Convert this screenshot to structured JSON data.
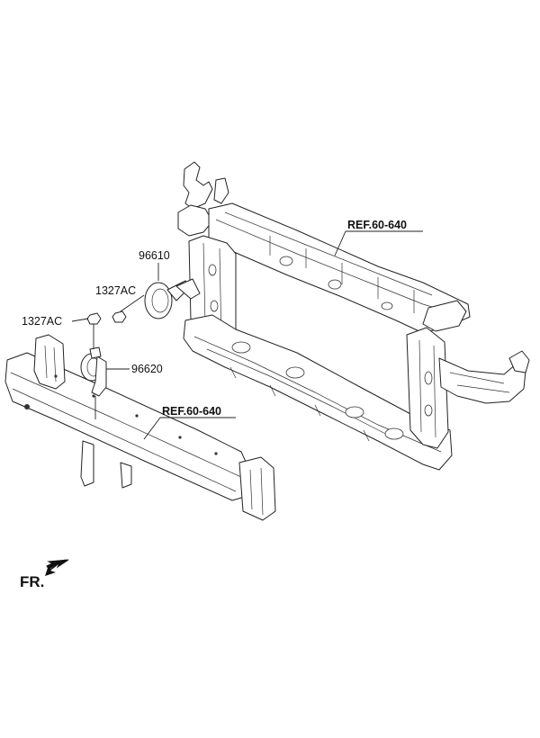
{
  "labels": {
    "ref_upper": "REF.60-640",
    "ref_lower": "REF.60-640",
    "horn_high": "96610",
    "horn_low": "96620",
    "nut_upper": "1327AC",
    "nut_lower": "1327AC",
    "front_marker": "FR."
  },
  "icons": {
    "front_direction": "arrow-icon"
  }
}
